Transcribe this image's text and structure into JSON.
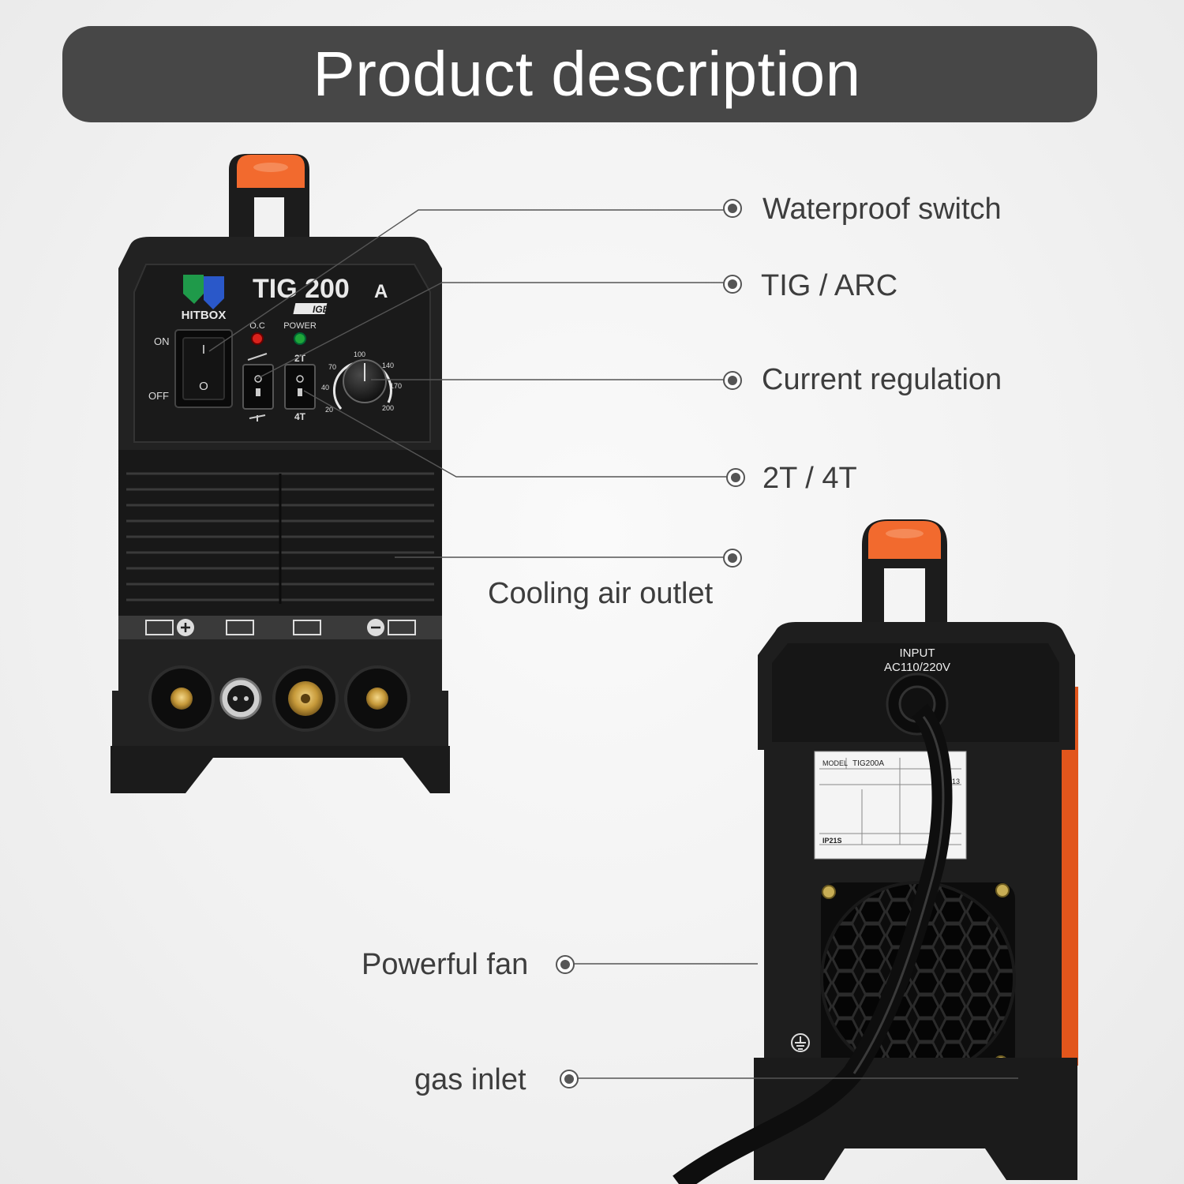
{
  "header": {
    "title": "Product description"
  },
  "front_panel": {
    "brand": "HITBOX",
    "model": "TIG 200",
    "model_suffix": "A",
    "tech_badge": "IGBT",
    "switch_on": "ON",
    "switch_off": "OFF",
    "rocker_on_mark": "I",
    "rocker_off_mark": "O",
    "oc_label": "O.C",
    "power_label": "POWER",
    "mode_2t": "2T",
    "mode_4t": "4T",
    "dial_marks": [
      "20",
      "40",
      "70",
      "100",
      "140",
      "170",
      "200"
    ]
  },
  "back_panel": {
    "input_label": "INPUT",
    "voltage_label": "AC110/220V",
    "plate_model_label": "MODEL",
    "plate_model_value": "TIG200A",
    "plate_rating": "IP21S",
    "plate_year": "2013"
  },
  "callouts": {
    "waterproof_switch": "Waterproof switch",
    "tig_arc": "TIG / ARC",
    "current_regulation": "Current regulation",
    "mode_2t_4t": "2T / 4T",
    "cooling_air_outlet": "Cooling air outlet",
    "powerful_fan": "Powerful fan",
    "gas_inlet": "gas inlet"
  },
  "colors": {
    "banner": "#474747",
    "handle_orange": "#f26a2e",
    "body": "#1f1f1f",
    "leader_line": "#555555"
  }
}
